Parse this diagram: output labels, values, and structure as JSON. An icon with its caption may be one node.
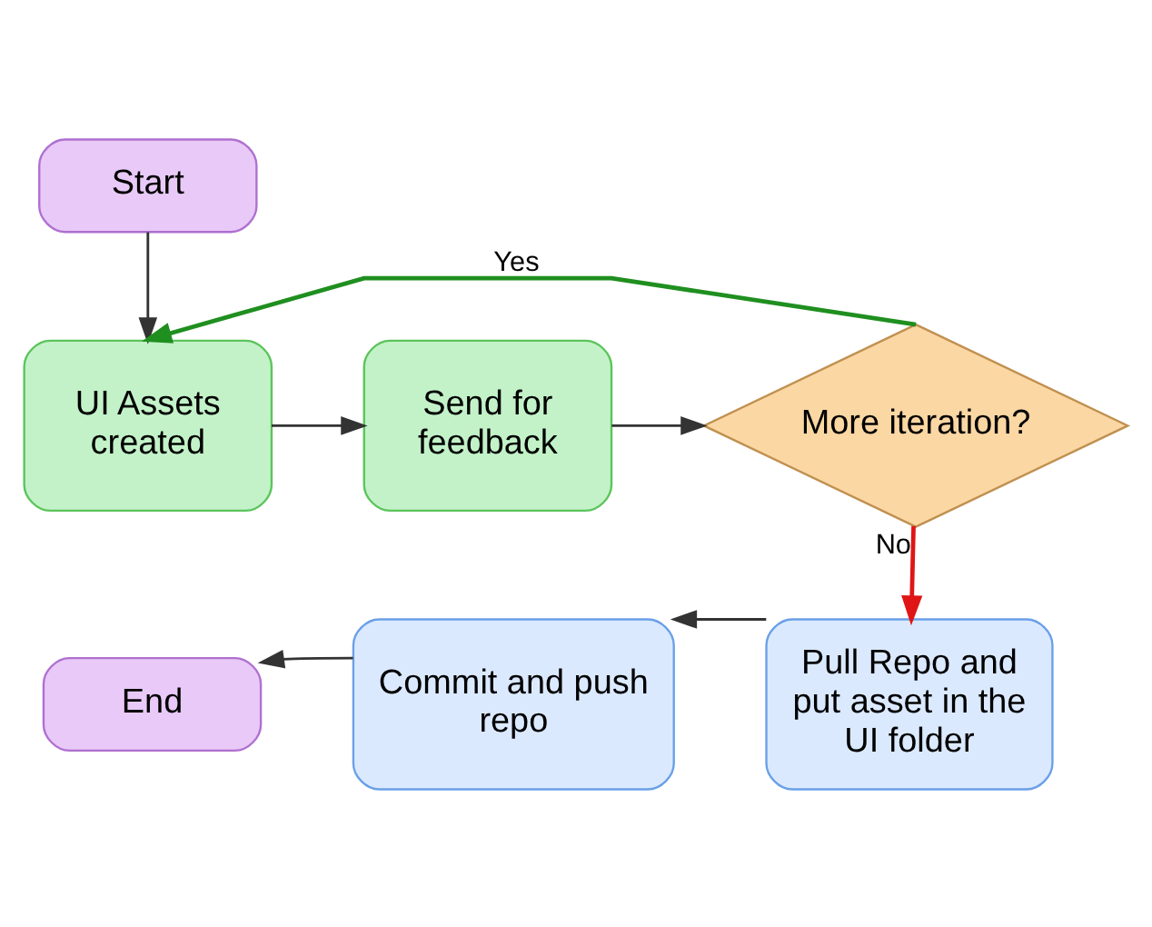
{
  "diagram": {
    "nodes": [
      {
        "text": [
          "Start"
        ]
      },
      {
        "text": [
          "UI Assets created"
        ]
      },
      {
        "text": [
          "Send for feedback"
        ]
      },
      {
        "text": [
          "More iteration?"
        ]
      },
      {
        "text": [
          "Pull Repo and put asset in the UI folder"
        ]
      },
      {
        "text": [
          "Commit and push repo"
        ]
      },
      {
        "text": [
          "End"
        ]
      }
    ],
    "edges": [
      {
        "from": 0,
        "to": 1,
        "arrow": "to"
      },
      {
        "from": 1,
        "to": 2,
        "arrow": "to"
      },
      {
        "from": 2,
        "to": 3,
        "arrow": "to"
      },
      {
        "from": 3,
        "to": 1,
        "arrow": "to",
        "label": "Yes",
        "color": "#1f8f1f"
      },
      {
        "from": 3,
        "to": 4,
        "arrow": "to",
        "label": "No",
        "color": "#e01515"
      },
      {
        "from": 4,
        "to": 5,
        "arrow": "to"
      },
      {
        "from": 5,
        "to": 6,
        "arrow": "to"
      }
    ]
  }
}
